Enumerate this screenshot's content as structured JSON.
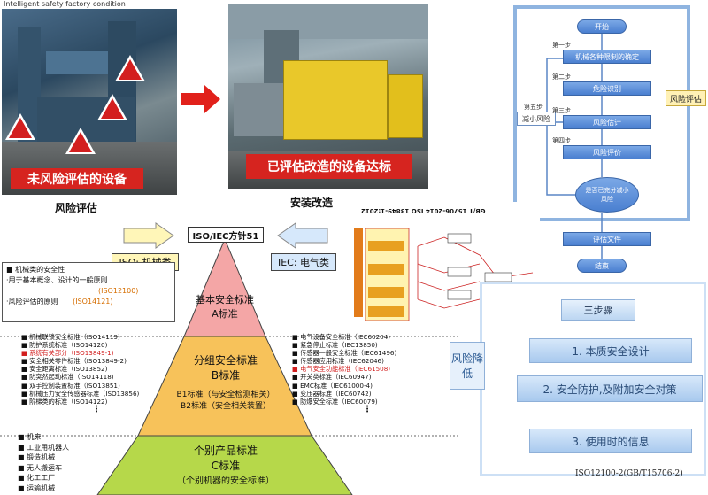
{
  "photos": {
    "top_caption": "Intelligent safety factory condition",
    "left_banner": "未风险评估的设备",
    "left_label": "风险评估",
    "right_banner": "已评估改造的设备达标",
    "right_label": "安装改造"
  },
  "flowchart": {
    "start": "开始",
    "step1_tag": "第一步",
    "step1": "机械各种限制的确定",
    "step2_tag": "第二步",
    "step2": "危险识别",
    "step3_tag": "第三步",
    "step3": "风险估计",
    "step4_tag": "第四步",
    "step4": "风险评价",
    "step5_tag": "第五步",
    "reduce": "减小风险",
    "decision": "是否已充分减小风险",
    "doc": "评估文件",
    "end": "结束",
    "side_label": "风险评估"
  },
  "table": {
    "header": "GB/T 15706-2014 ISO 13849-1:2012"
  },
  "pyramid": {
    "title": "ISO/IEC方针51",
    "left_callout": "ISO: 机械类",
    "right_callout": "IEC: 电气类",
    "level_a_title": "基本安全标准",
    "level_a_sub": "A标准",
    "level_b_title": "分组安全标准",
    "level_b_sub": "B标准",
    "level_b_b1": "B1标准（与安全检测相关）",
    "level_b_b2": "B2标准（安全相关装置）",
    "level_c_title": "个别产品标准",
    "level_c_sub": "C标准",
    "level_c_note": "（个别机器的安全标准）",
    "mech_items": [
      "■ 机械类的安全性",
      "  ·用于基本概念、设计的一般原则",
      "(ISO12100)",
      "  ·风险评估的原则",
      "(ISO14121)"
    ],
    "left_b_items": [
      "■ 机械联锁安全标准（ISO14119)",
      "■ 防护系统标准（ISO14120)",
      "■ 系统有关部分（ISO13849-1)",
      "■ 安全相关零件标准（ISO13849-2)",
      "■ 安全距离标准（ISO13852)",
      "■ 防突然起动标准（ISO14118)",
      "■ 双手控制装置标准（ISO13851)",
      "■ 机械压力安全传感器标准（ISO13856)",
      "■ 阶梯类的标准（ISO14122)"
    ],
    "right_b_items": [
      "■ 电气设备安全标准（IEC60204)",
      "■ 紧急停止标准（IEC13850)",
      "■ 传感器一般安全标准（IEC61496)",
      "■ 传感器应用标准（IEC62046)",
      "■ 电气安全功能标准（IEC61508)",
      "■ 开关类标准（IEC60947)",
      "■ EMC标准（IEC61000-4)",
      "■ 变压器标准（IEC60742)",
      "■ 防爆安全标准（IEC60079)"
    ],
    "c_items": [
      "■ 机床",
      "■ 工业用机器人",
      "■ 锻造机械",
      "■ 无人搬运车",
      "■ 化工工厂",
      "■ 运输机械"
    ],
    "dots": "⋮"
  },
  "steps": {
    "title": "三步骤",
    "side_label": "风险降低",
    "step1": "1. 本质安全设计",
    "step2": "2. 安全防护,及附加安全对策",
    "step3": "3. 使用时的信息",
    "reference": "ISO12100-2(GB/T15706-2)"
  },
  "colors": {
    "banner_red": "#d6241f",
    "flow_blue": "#4a7fd0",
    "pyramid_top": "#f4a6a6",
    "pyramid_mid": "#f7c25a",
    "pyramid_bottom": "#b6d84a",
    "callout_yellow": "#fff6b8",
    "callout_blue": "#d6e8fb",
    "step_blue": "#a8c9ee"
  }
}
